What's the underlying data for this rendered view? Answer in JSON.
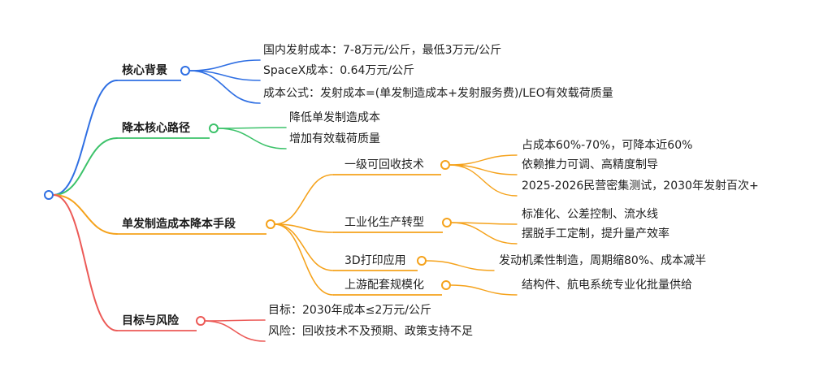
{
  "root": {
    "label": ""
  },
  "branches": [
    {
      "id": "core-background",
      "label": "核心背景",
      "color": "#2f6fe3",
      "children": [
        {
          "label": "国内发射成本：7-8万元/公斤，最低3万元/公斤"
        },
        {
          "label": "SpaceX成本：0.64万元/公斤"
        },
        {
          "label": "成本公式：发射成本=(单发制造成本+发射服务费)/LEO有效载荷质量"
        }
      ]
    },
    {
      "id": "core-path",
      "label": "降本核心路径",
      "color": "#3cc26a",
      "children": [
        {
          "label": "降低单发制造成本"
        },
        {
          "label": "增加有效载荷质量"
        }
      ]
    },
    {
      "id": "cost-means",
      "label": "单发制造成本降本手段",
      "color": "#f5a21b",
      "children": [
        {
          "label": "一级可回收技术",
          "children": [
            {
              "label": "占成本60%-70%，可降本近60%"
            },
            {
              "label": "依赖推力可调、高精度制导"
            },
            {
              "label": "2025-2026民营密集测试，2030年发射百次+"
            }
          ]
        },
        {
          "label": "工业化生产转型",
          "children": [
            {
              "label": "标准化、公差控制、流水线"
            },
            {
              "label": "摆脱手工定制，提升量产效率"
            }
          ]
        },
        {
          "label": "3D打印应用",
          "children": [
            {
              "label": "发动机柔性制造，周期缩80%、成本减半"
            }
          ]
        },
        {
          "label": "上游配套规模化",
          "children": [
            {
              "label": "结构件、航电系统专业化批量供给"
            }
          ]
        }
      ]
    },
    {
      "id": "goals-risks",
      "label": "目标与风险",
      "color": "#ec5a57",
      "children": [
        {
          "label": "目标：2030年成本≤2万元/公斤"
        },
        {
          "label": "风险：回收技术不及预期、政策支持不足"
        }
      ]
    }
  ]
}
